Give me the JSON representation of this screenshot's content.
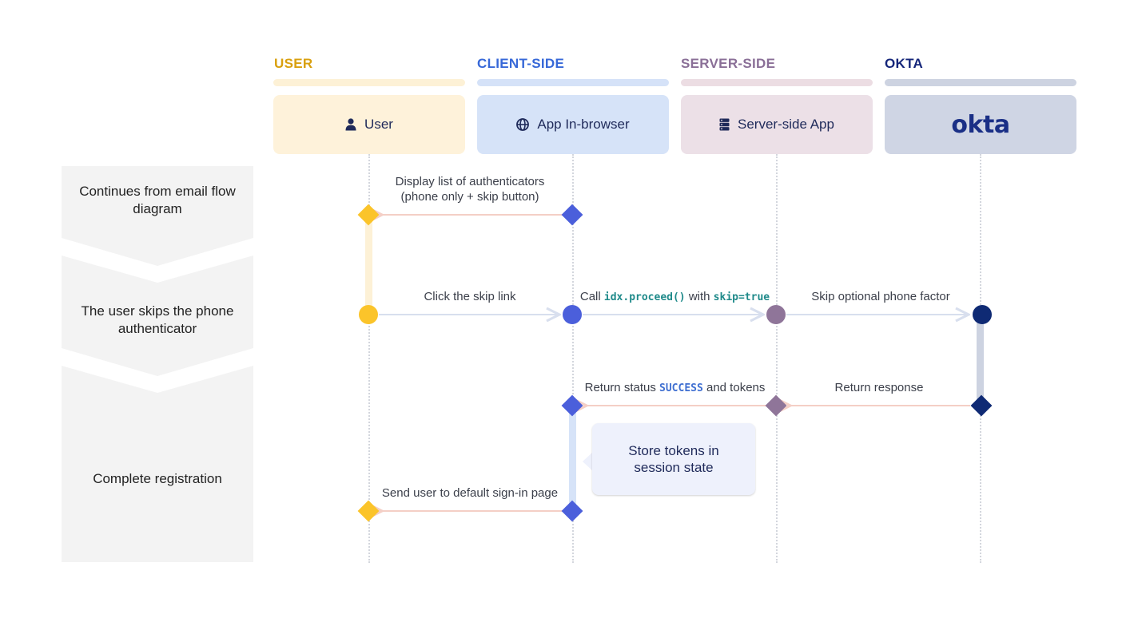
{
  "lanes": [
    {
      "title": "USER",
      "box_label": "User",
      "icon": "person-icon",
      "title_color": "#d9a00f",
      "bar_color": "#fdf1d6",
      "box_color": "#fef2da"
    },
    {
      "title": "CLIENT-SIDE",
      "box_label": "App In-browser",
      "icon": "globe-icon",
      "title_color": "#3768d8",
      "bar_color": "#d5e2f8",
      "box_color": "#d6e3f8"
    },
    {
      "title": "SERVER-SIDE",
      "box_label": "Server-side App",
      "icon": "server-icon",
      "title_color": "#8a6f97",
      "bar_color": "#ecdde3",
      "box_color": "#ece0e7"
    },
    {
      "title": "OKTA",
      "box_label": "okta",
      "icon": "okta-logo",
      "title_color": "#15267a",
      "bar_color": "#cdd3e1",
      "box_color": "#cfd5e4"
    }
  ],
  "steps": [
    {
      "label": "Continues from email flow diagram"
    },
    {
      "label": "The user skips the phone authenticator"
    },
    {
      "label": "Complete registration"
    }
  ],
  "messages": {
    "display_list": {
      "line1": "Display list of authenticators",
      "line2": "(phone only + skip button)"
    },
    "click_skip": "Click the skip link",
    "call_proceed": {
      "prefix": "Call",
      "code1": "idx.proceed()",
      "middle": "with",
      "code2": "skip=true"
    },
    "skip_optional": "Skip optional phone factor",
    "return_response": "Return response",
    "return_status": {
      "prefix": "Return status",
      "code": "SUCCESS",
      "suffix": "and tokens"
    },
    "send_user": "Send user to default sign-in page"
  },
  "note": {
    "text": "Store tokens in session state"
  },
  "colors": {
    "user": "#fbc42a",
    "client": "#4b5fdb",
    "server": "#8f7599",
    "okta": "#0f2a74",
    "arrow_back": "#f4cfc6",
    "arrow_forward": "#d8dfee"
  }
}
